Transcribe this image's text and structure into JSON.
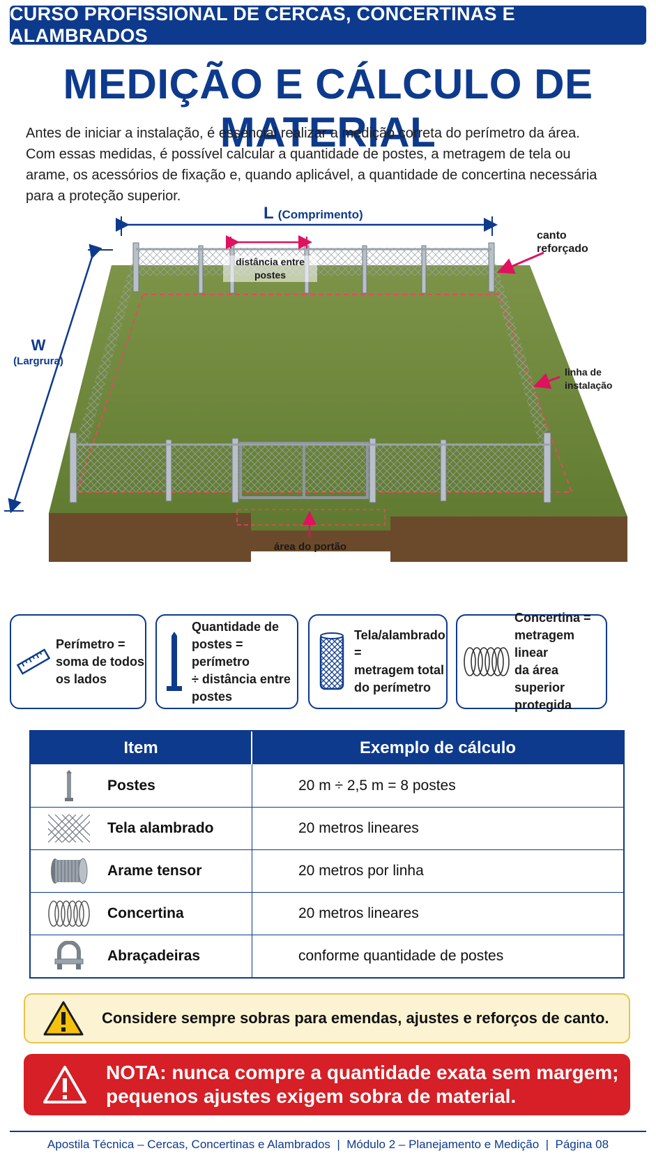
{
  "header": {
    "banner": "CURSO PROFISSIONAL DE CERCAS, CONCERTINAS E ALAMBRADOS",
    "title": "MEDIÇÃO E CÁLCULO DE MATERIAL"
  },
  "intro": {
    "lines": [
      "Antes de iniciar a instalação, é essencial realizar a medição correta do perímetro da área.",
      "Com essas medidas, é possível calcular a quantidade de postes, a metragem de tela ou",
      "arame, os acessórios de fixação e, quando aplicável, a quantidade de concertina necessária",
      "para a proteção superior."
    ]
  },
  "diagram": {
    "length_letter": "L",
    "length_label": "(Comprimento)",
    "width_letter": "W",
    "width_label": "(Largrura)",
    "post_spacing": [
      "distância entre",
      "postes"
    ],
    "corner": [
      "canto",
      "reforçado"
    ],
    "install_line": [
      "linha de",
      "instalação"
    ],
    "gate_area": "área do portão",
    "colors": {
      "dimension": "#0d3a8c",
      "callout": "#e0115f",
      "grass": "#6f8a3a",
      "soil": "#6b4a2b"
    }
  },
  "cards": [
    {
      "icon": "ruler-icon",
      "lines": [
        "Perímetro =",
        "soma de todos",
        "os lados"
      ]
    },
    {
      "icon": "post-icon",
      "lines": [
        "Quantidade de",
        "postes = perímetro",
        "÷ distância entre",
        "postes"
      ]
    },
    {
      "icon": "mesh-roll-icon",
      "lines": [
        "Tela/alambrado =",
        "metragem total",
        "do perímetro"
      ]
    },
    {
      "icon": "razor-wire-icon",
      "lines": [
        "Concertina =",
        "metragem linear",
        "da área superior",
        "protegida"
      ]
    }
  ],
  "table": {
    "headers": [
      "Item",
      "Exemplo de cálculo"
    ],
    "rows": [
      {
        "icon": "post-icon",
        "item": "Postes",
        "example": "20 m ÷ 2,5 m = 8 postes"
      },
      {
        "icon": "chain-link-icon",
        "item": "Tela alambrado",
        "example": "20 metros lineares"
      },
      {
        "icon": "wire-spool-icon",
        "item": "Arame tensor",
        "example": "20 metros por linha"
      },
      {
        "icon": "razor-wire-icon",
        "item": "Concertina",
        "example": "20 metros lineares"
      },
      {
        "icon": "u-clamp-icon",
        "item": "Abraçadeiras",
        "example": "conforme quantidade de postes"
      }
    ]
  },
  "warning": {
    "icon": "warning-triangle-icon",
    "text": "Considere sempre sobras para emendas, ajustes e reforços de canto."
  },
  "note": {
    "icon": "warning-triangle-icon",
    "lines": [
      "NOTA: nunca compre a quantidade exata sem margem;",
      "pequenos ajustes exigem sobra de material."
    ]
  },
  "footer": "Apostila Técnica – Cercas, Concertinas e Alambrados  |  Módulo 2 – Planejamento e Medição  |  Página 08"
}
